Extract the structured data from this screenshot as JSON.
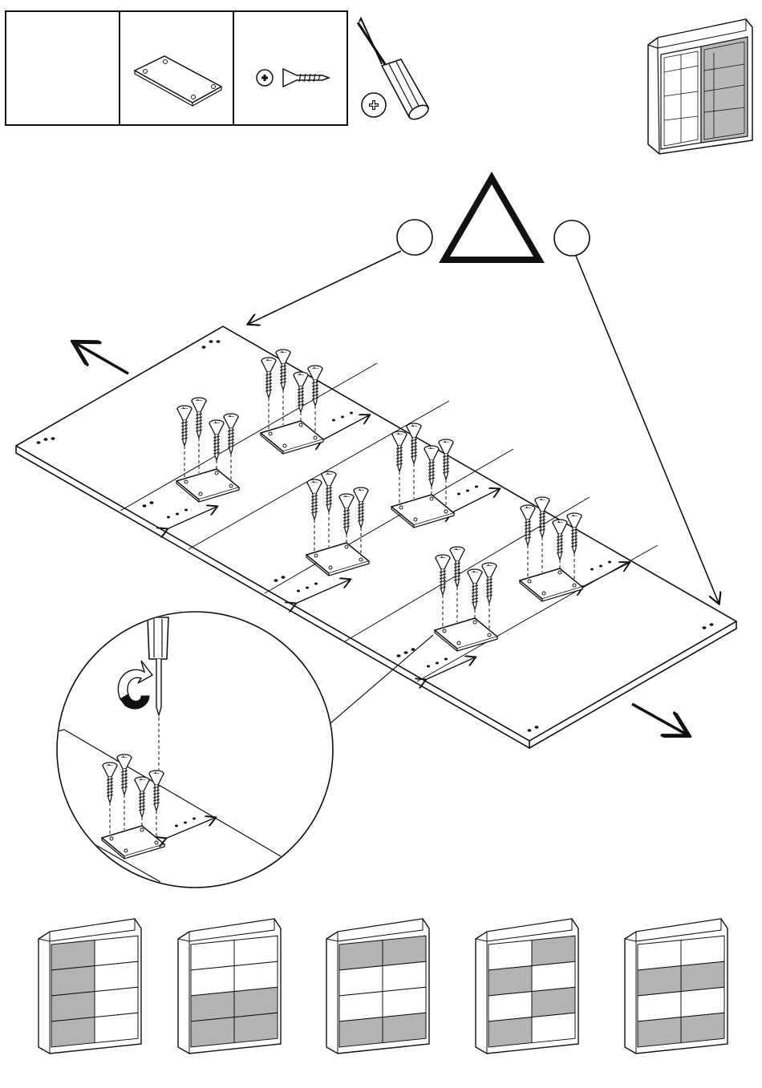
{
  "parts_table": {
    "cells": [
      {
        "name": "empty-cell",
        "label": ""
      },
      {
        "name": "connector-plate-cell",
        "label": ""
      },
      {
        "name": "screw-cell",
        "label": ""
      }
    ]
  },
  "tools": {
    "screwdriver": "phillips-screwdriver-icon"
  },
  "caution": {
    "left_marker": "",
    "right_marker": ""
  },
  "wardrobe_variants": [
    {
      "pattern": [
        "grey",
        "white",
        "grey",
        "white",
        "grey",
        "white",
        "grey",
        "white"
      ]
    },
    {
      "pattern": [
        "white",
        "white",
        "white",
        "white",
        "grey",
        "grey",
        "grey",
        "grey"
      ]
    },
    {
      "pattern": [
        "grey",
        "grey",
        "white",
        "white",
        "white",
        "white",
        "grey",
        "grey"
      ]
    },
    {
      "pattern": [
        "white",
        "grey",
        "grey",
        "white",
        "white",
        "grey",
        "grey",
        "white"
      ]
    },
    {
      "pattern": [
        "white",
        "white",
        "grey",
        "grey",
        "white",
        "white",
        "grey",
        "grey"
      ]
    }
  ],
  "colors": {
    "line": "#111111",
    "grey_panel": "#b3b3b3",
    "white_panel": "#ffffff",
    "preview_grey": "#b8b8b8"
  }
}
